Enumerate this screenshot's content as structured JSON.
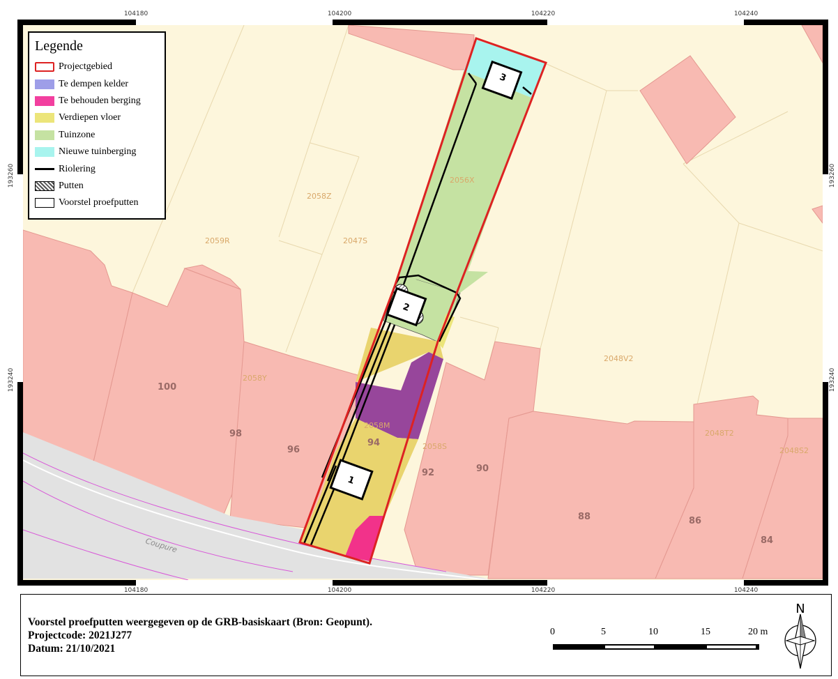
{
  "legend": {
    "title": "Legende",
    "items": [
      {
        "label": "Projectgebied",
        "kind": "outline",
        "color": "#dd2222"
      },
      {
        "label": "Te dempen kelder",
        "kind": "fill",
        "color": "#9e9ee8"
      },
      {
        "label": "Te behouden berging",
        "kind": "fill",
        "color": "#f23f9f"
      },
      {
        "label": "Verdiepen vloer",
        "kind": "fill",
        "color": "#ece57a"
      },
      {
        "label": "Tuinzone",
        "kind": "fill",
        "color": "#c5e2a2"
      },
      {
        "label": "Nieuwe tuinberging",
        "kind": "fill",
        "color": "#a8f4ee"
      },
      {
        "label": "Riolering",
        "kind": "line",
        "color": "#000000"
      },
      {
        "label": "Putten",
        "kind": "hatch",
        "color": "#666666"
      },
      {
        "label": "Voorstel proefputten",
        "kind": "outline",
        "color": "#000000"
      }
    ]
  },
  "coords": {
    "x_top": [
      "104180",
      "104200",
      "104220",
      "104240"
    ],
    "x_bottom": [
      "104180",
      "104200",
      "104220",
      "104240"
    ],
    "y_left": [
      "193260",
      "193240"
    ],
    "y_right": [
      "193260",
      "193240"
    ]
  },
  "parcels": [
    "2058Z",
    "2056X",
    "2059R",
    "2047S",
    "2058Y",
    "2048V2",
    "2058S",
    "2048T2",
    "2048S2",
    "2058M"
  ],
  "house_numbers": [
    "100",
    "98",
    "96",
    "94",
    "92",
    "90",
    "88",
    "86",
    "84"
  ],
  "street": "Coupure",
  "pits": [
    "1",
    "2",
    "3"
  ],
  "footer": {
    "line1": "Voorstel proefputten weergegeven op de GRB-basiskaart (Bron: Geopunt).",
    "line2": "Projectcode: 2021J277",
    "line3": "Datum: 21/10/2021"
  },
  "scale": {
    "labels": [
      "0",
      "5",
      "10",
      "15",
      "20 m"
    ]
  },
  "north_label": "N",
  "colors": {
    "garden": "#fdf6dc",
    "building": "#f8bab2",
    "road": "#e2e2e2",
    "project_border": "#dd2222",
    "tuinzone": "#c5e2a2",
    "verdiepen": "#e9d46e",
    "kelder": "#97469b",
    "berging": "#f2328a",
    "tuinberging": "#a8f4ee"
  }
}
